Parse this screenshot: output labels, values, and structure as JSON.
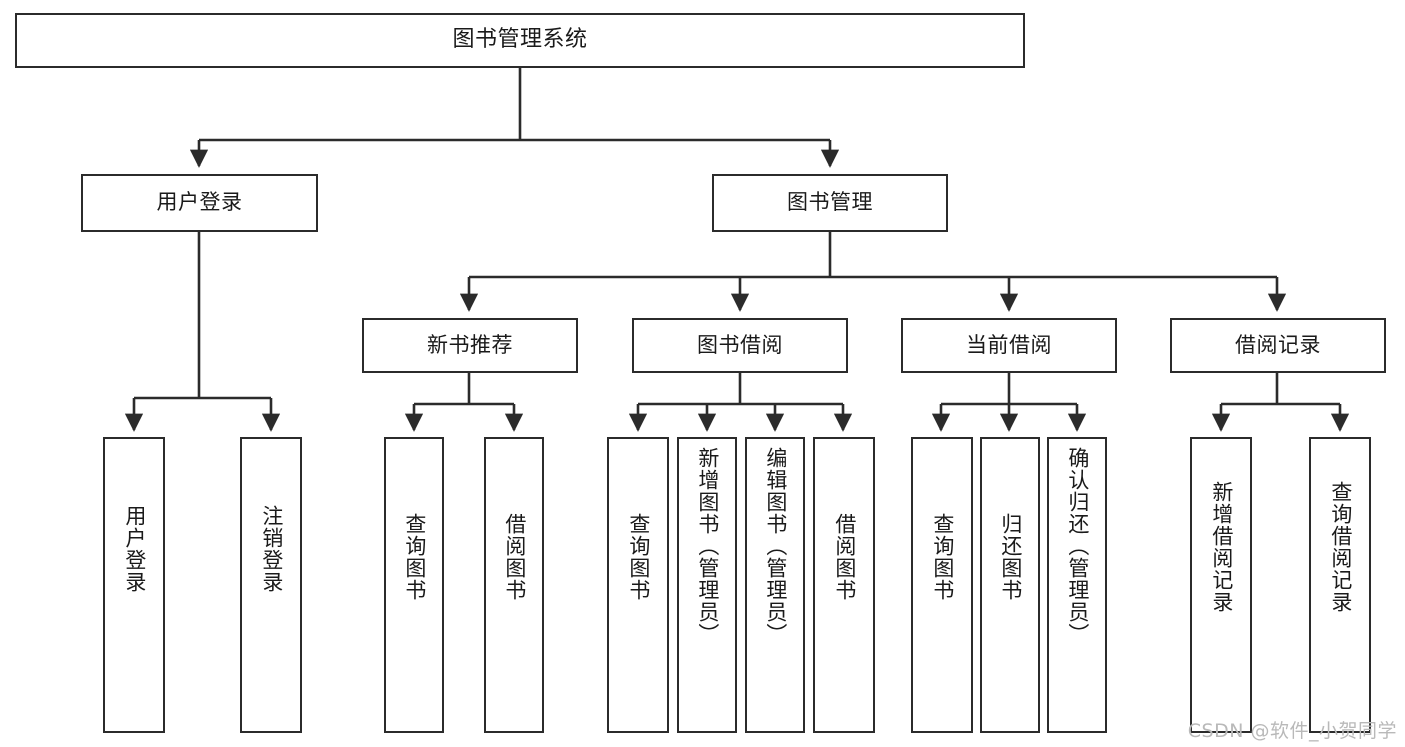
{
  "diagram": {
    "title": "图书管理系统",
    "type": "tree",
    "watermark": "CSDN @软件_小贺同学",
    "colors": {
      "box_border": "#2b2b2b",
      "box_fill": "#ffffff",
      "connector": "#2b2b2b",
      "text": "#1a1a1a",
      "watermark": "#b9b9b9"
    }
  },
  "nodes": {
    "root": {
      "label": "图书管理系统"
    },
    "level2": [
      {
        "label": "用户登录"
      },
      {
        "label": "图书管理"
      }
    ],
    "level3": [
      {
        "label": "新书推荐"
      },
      {
        "label": "图书借阅"
      },
      {
        "label": "当前借阅"
      },
      {
        "label": "借阅记录"
      }
    ],
    "leaves": {
      "user_login": [
        {
          "label": "用户登录"
        },
        {
          "label": "注销登录"
        }
      ],
      "new_book": [
        {
          "label": "查询图书"
        },
        {
          "label": "借阅图书"
        }
      ],
      "book_borrow": [
        {
          "label": "查询图书"
        },
        {
          "label": "新增图书（管理员）"
        },
        {
          "label": "编辑图书（管理员）"
        },
        {
          "label": "借阅图书"
        }
      ],
      "current_borrow": [
        {
          "label": "查询图书"
        },
        {
          "label": "归还图书"
        },
        {
          "label": "确认归还（管理员）"
        }
      ],
      "borrow_record": [
        {
          "label": "新增借阅记录"
        },
        {
          "label": "查询借阅记录"
        }
      ]
    }
  }
}
